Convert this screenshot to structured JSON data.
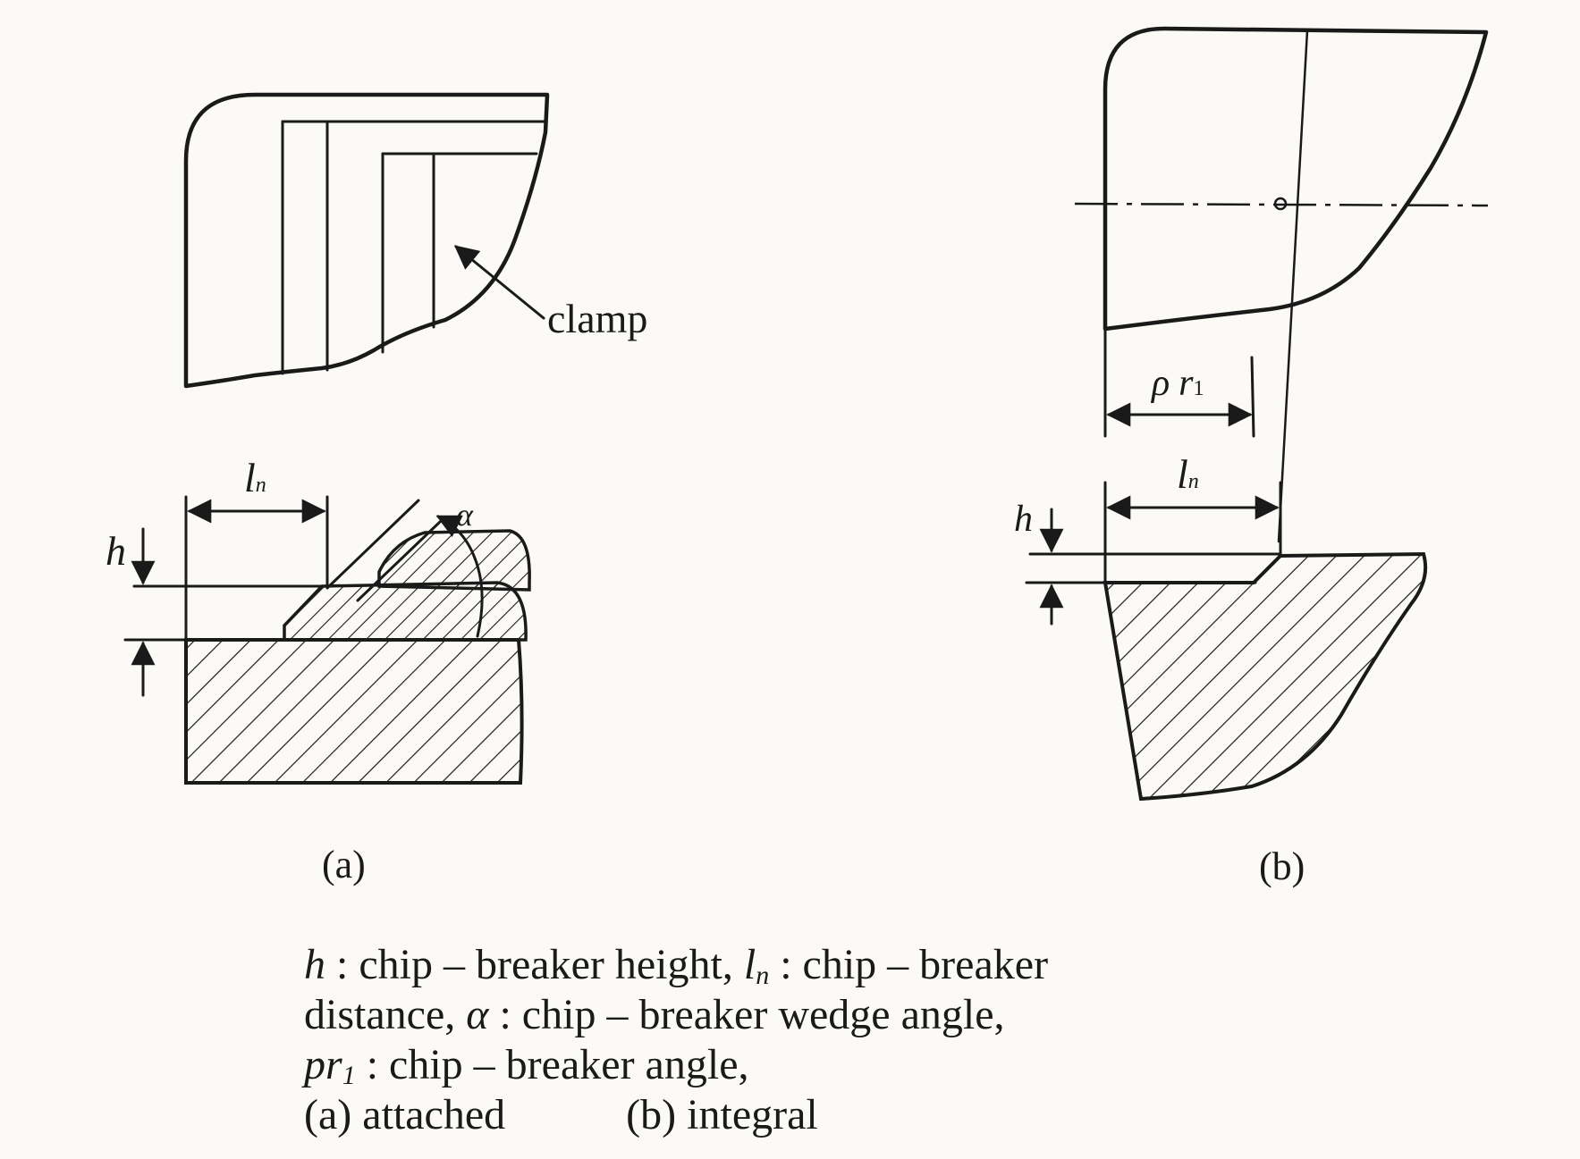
{
  "figure": {
    "labels": {
      "clamp": "clamp",
      "panel_a": "(a)",
      "panel_b": "(b)",
      "h": "h",
      "l": "l",
      "n": "n",
      "alpha": "α",
      "rho": "ρ",
      "r": "r",
      "one": "1"
    },
    "caption": {
      "h_sym": "h",
      "h_desc": " : chip – breaker height,",
      "ln_l": "l",
      "ln_n": "n",
      "ln_desc": " : chip – breaker",
      "line2_desc": "distance,",
      "alpha_sym": "α",
      "alpha_desc": " : chip – breaker wedge angle,",
      "pr_sym": "pr",
      "pr_sub": "1",
      "pr_desc": " : chip – breaker angle,",
      "a_desc": "(a) attached",
      "b_desc": "(b) integral"
    },
    "colors": {
      "ink": "#1a1a1a",
      "paper": "#fbfaf7"
    }
  }
}
